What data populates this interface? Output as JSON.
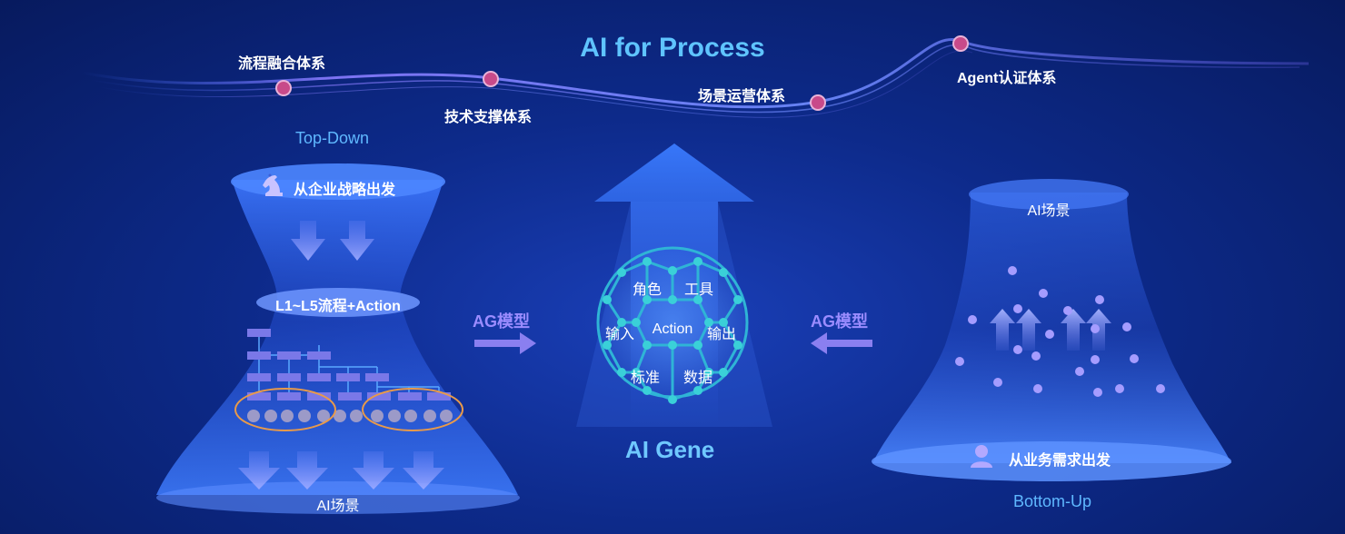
{
  "title": "AI for Process",
  "timeline": [
    {
      "label": "流程融合体系"
    },
    {
      "label": "技术支撑体系"
    },
    {
      "label": "场景运营体系"
    },
    {
      "label": "Agent认证体系"
    }
  ],
  "left": {
    "direction": "Top-Down",
    "top_label": "从企业战略出发",
    "mid_label": "L1~L5流程+Action",
    "bottom_label": "AI场景",
    "icon": "chess-knight-icon"
  },
  "center": {
    "cells": [
      "角色",
      "工具",
      "输入",
      "Action",
      "输出",
      "标准",
      "数据"
    ],
    "bottom_label": "AI Gene"
  },
  "right": {
    "direction": "Bottom-Up",
    "top_label": "AI场景",
    "bottom_label": "从业务需求出发",
    "icon": "user-icon"
  },
  "arrows": {
    "left_label": "AG模型",
    "right_label": "AG模型"
  },
  "colors": {
    "accent": "#5fc4ff",
    "purple": "#9b8cff",
    "node": "#c84a8a"
  }
}
